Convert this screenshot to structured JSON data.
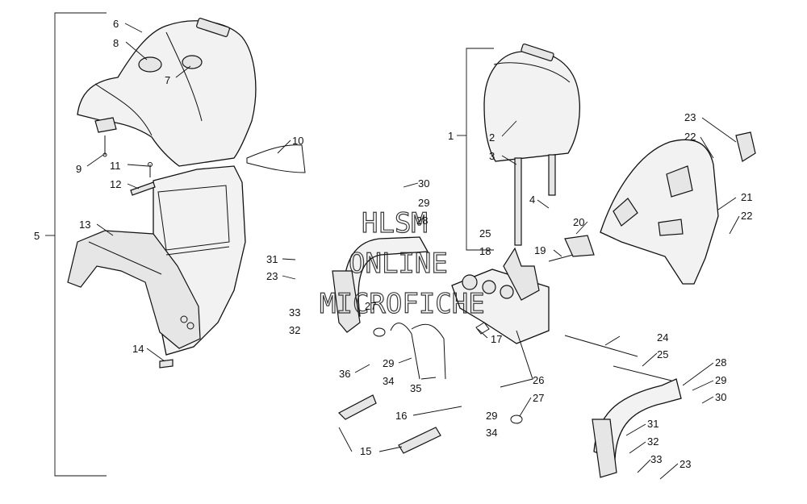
{
  "watermark": {
    "line1": "HLSM",
    "line2": "ONLINE",
    "line3": "MICROFICHE"
  },
  "callouts": [
    {
      "id": "c6",
      "text": "6"
    },
    {
      "id": "c8",
      "text": "8"
    },
    {
      "id": "c7",
      "text": "7"
    },
    {
      "id": "c9",
      "text": "9"
    },
    {
      "id": "c11",
      "text": "11"
    },
    {
      "id": "c12",
      "text": "12"
    },
    {
      "id": "c10",
      "text": "10"
    },
    {
      "id": "c5",
      "text": "5"
    },
    {
      "id": "c13",
      "text": "13"
    },
    {
      "id": "c14",
      "text": "14"
    },
    {
      "id": "c1",
      "text": "1"
    },
    {
      "id": "c2",
      "text": "2"
    },
    {
      "id": "c3",
      "text": "3"
    },
    {
      "id": "c4",
      "text": "4"
    },
    {
      "id": "c30a",
      "text": "30"
    },
    {
      "id": "c29a",
      "text": "29"
    },
    {
      "id": "c28a",
      "text": "28"
    },
    {
      "id": "c25a",
      "text": "25"
    },
    {
      "id": "c18",
      "text": "18"
    },
    {
      "id": "c20",
      "text": "20"
    },
    {
      "id": "c19",
      "text": "19"
    },
    {
      "id": "c31a",
      "text": "31"
    },
    {
      "id": "c23a",
      "text": "23"
    },
    {
      "id": "c33a",
      "text": "33"
    },
    {
      "id": "c32a",
      "text": "32"
    },
    {
      "id": "c27a",
      "text": "27"
    },
    {
      "id": "c17",
      "text": "17"
    },
    {
      "id": "c29b",
      "text": "29"
    },
    {
      "id": "c36",
      "text": "36"
    },
    {
      "id": "c34a",
      "text": "34"
    },
    {
      "id": "c35",
      "text": "35"
    },
    {
      "id": "c16",
      "text": "16"
    },
    {
      "id": "c29c",
      "text": "29"
    },
    {
      "id": "c34b",
      "text": "34"
    },
    {
      "id": "c15",
      "text": "15"
    },
    {
      "id": "c27b",
      "text": "27"
    },
    {
      "id": "c26",
      "text": "26"
    },
    {
      "id": "c24",
      "text": "24"
    },
    {
      "id": "c25b",
      "text": "25"
    },
    {
      "id": "c23b",
      "text": "23"
    },
    {
      "id": "c22a",
      "text": "22"
    },
    {
      "id": "c21",
      "text": "21"
    },
    {
      "id": "c22b",
      "text": "22"
    },
    {
      "id": "c28b",
      "text": "28"
    },
    {
      "id": "c29d",
      "text": "29"
    },
    {
      "id": "c30b",
      "text": "30"
    },
    {
      "id": "c31b",
      "text": "31"
    },
    {
      "id": "c32b",
      "text": "32"
    },
    {
      "id": "c33b",
      "text": "33"
    },
    {
      "id": "c23c",
      "text": "23"
    }
  ]
}
